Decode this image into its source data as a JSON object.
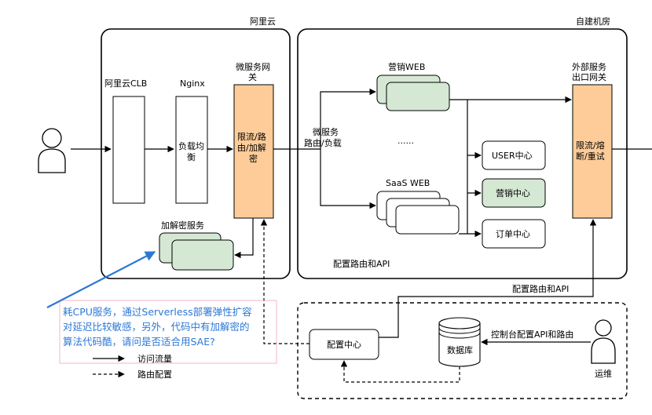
{
  "regions": {
    "aliyun": "阿里云",
    "idc": "自建机房"
  },
  "labels": {
    "clb": "阿里云CLB",
    "nginx": "Nginx",
    "gateway_title_1": "微服务网",
    "gateway_title_2": "关",
    "ext_gateway_title_1": "外部服务",
    "ext_gateway_title_2": "出口网关",
    "marketing_web": "营销WEB",
    "saas_web": "SaaS WEB",
    "ellipsis": "......",
    "route_label_1": "微服务",
    "route_label_2": "路由/负载",
    "config_route_api": "配置路由和API",
    "config_route_api_2": "配置路由和API",
    "console_config": "控制台配置API和路由",
    "ops": "运维"
  },
  "boxes": {
    "lb_1": "负载均",
    "lb_2": "衡",
    "gw_1": "限流/路",
    "gw_2": "由/加解",
    "gw_3": "密",
    "ext_1": "限流/熔",
    "ext_2": "断/重试",
    "crypto_service": "加解密服务",
    "user_center": "USER中心",
    "marketing_center": "营销中心",
    "order_center": "订单中心",
    "config_center": "配置中心",
    "database": "数据库"
  },
  "callout": {
    "line_1": "耗CPU服务，通过Serverless部署弹性扩容",
    "line_2": "对延迟比较敏感，另外，代码中有加解密的",
    "line_3": "算法代码酷，请问是否适合用SAE?"
  },
  "legend": {
    "access_traffic": "访问流量",
    "route_config": "路由配置"
  },
  "colors": {
    "orange": "#fdcc99",
    "green": "#d5e8d4",
    "callout_text": "#2b78d6",
    "callout_border": "#f4b6c2"
  }
}
